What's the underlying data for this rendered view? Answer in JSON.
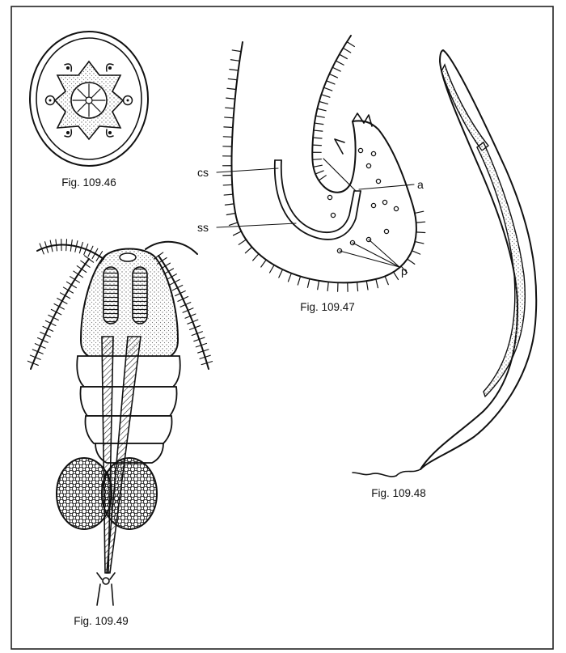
{
  "figures": {
    "fig46": {
      "caption": "Fig. 109.46"
    },
    "fig47": {
      "caption": "Fig. 109.47",
      "labels": {
        "cs": "cs",
        "ss": "ss",
        "a": "a",
        "p": "p"
      }
    },
    "fig48": {
      "caption": "Fig. 109.48"
    },
    "fig49": {
      "caption": "Fig. 109.49"
    }
  },
  "colors": {
    "ink": "#111111",
    "paper": "#ffffff",
    "stipple": "#8a8a8a"
  }
}
